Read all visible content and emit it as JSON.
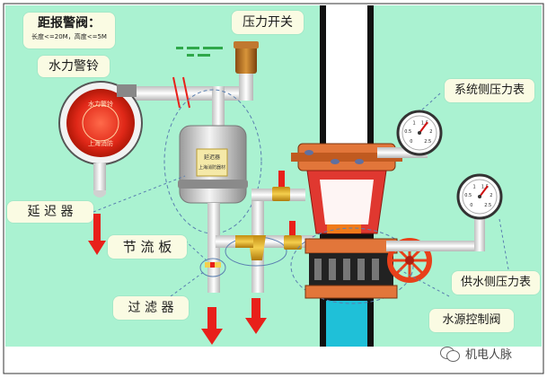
{
  "labels": {
    "alarm_distance_title": "距报警阀：",
    "alarm_distance_note": "长度<=20M，高度<=5M",
    "water_motor_gong": "水力警铃",
    "pressure_switch": "压力开关",
    "system_side_gauge": "系统侧压力表",
    "retard_chamber": "延 迟 器",
    "orifice_plate": "节 流 板",
    "strainer": "过 滤 器",
    "supply_side_gauge": "供水侧压力表",
    "water_source_valve": "水源控制阀"
  },
  "device_text": {
    "retard_name": "延迟器",
    "retard_sub": "上海消防器材",
    "bell_top": "水力警铃",
    "bell_bottom": "上海消防"
  },
  "gauge_ticks": [
    "0",
    "0.5",
    "1",
    "1.5",
    "2",
    "2.5"
  ],
  "watermark": "机电人脉",
  "colors": {
    "background": "#aaf2d1",
    "pipe": "#e6e6e6",
    "red_arrow": "#e8201a",
    "valve_orange": "#f07a1a",
    "bell_red": "#e02818",
    "water": "#1fc0d8",
    "label_bg": "#fafbe3"
  }
}
